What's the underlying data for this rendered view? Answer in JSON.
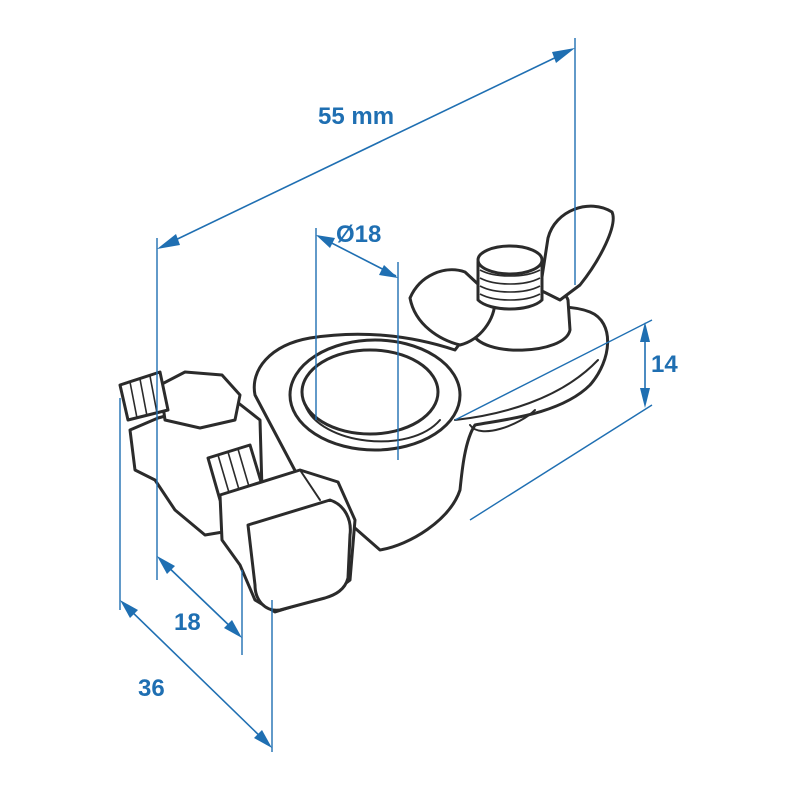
{
  "dimensions": {
    "length": "55 mm",
    "diameter": "Ø18",
    "height": "14",
    "half_width": "18",
    "width": "36"
  },
  "colors": {
    "dimension": "#1f6fb2",
    "outline": "#2b2b2b",
    "background": "#ffffff"
  }
}
